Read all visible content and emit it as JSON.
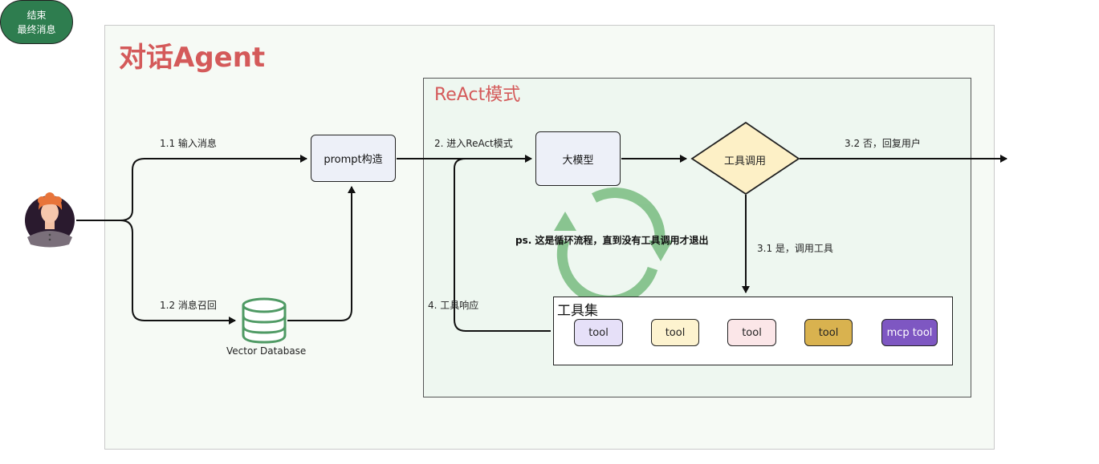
{
  "title": "对话Agent",
  "react_section": {
    "title": "ReAct模式",
    "loop_note": "ps. 这是循环流程，直到没有工具调用才退出"
  },
  "nodes": {
    "prompt": "prompt构造",
    "llm": "大模型",
    "decision": "工具调用",
    "vector_db": "Vector Database",
    "end_line1": "结束",
    "end_line2": "最终消息"
  },
  "edges": {
    "input_message": "1.1 输入消息",
    "recall_message": "1.2 消息召回",
    "enter_react": "2. 进入ReAct模式",
    "no_reply": "3.2 否，回复用户",
    "yes_call_tool": "3.1 是，调用工具",
    "tool_response": "4. 工具响应"
  },
  "toolset": {
    "title": "工具集",
    "tools": [
      {
        "label": "tool",
        "fill": "#e6e0f8"
      },
      {
        "label": "tool",
        "fill": "#fdf3cf"
      },
      {
        "label": "tool",
        "fill": "#fbe6e8"
      },
      {
        "label": "tool",
        "fill": "#d9b24f"
      },
      {
        "label": "mcp tool",
        "fill": "#7e57c2"
      }
    ]
  },
  "colors": {
    "title_red": "#d45a5a",
    "decision_fill": "#fdf0c6",
    "end_fill": "#2e7d4f",
    "db_green": "#4f9a64",
    "loop_green": "#7fbf86"
  },
  "icons": {
    "user": "user-avatar-icon",
    "database": "database-icon",
    "loop": "refresh-loop-icon"
  }
}
